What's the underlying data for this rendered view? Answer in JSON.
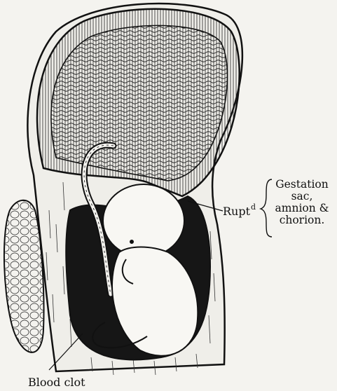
{
  "labels": {
    "ruptured": "Rupt",
    "ruptured_superscript": "d",
    "gestation_sac_lines": [
      "Gestation",
      "sac,",
      "amnion &",
      "chorion."
    ],
    "blood_clot": "Blood clot"
  },
  "colors": {
    "ink": "#111111",
    "paper": "#f4f3ef"
  }
}
